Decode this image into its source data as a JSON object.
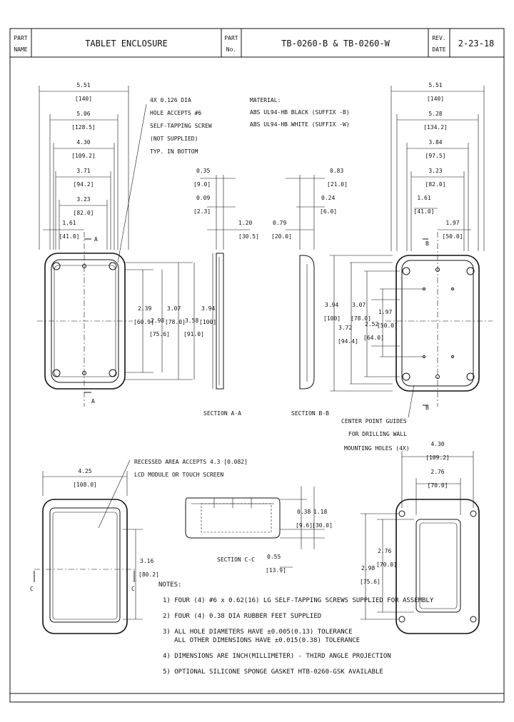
{
  "title_block": {
    "part_name_label_1": "PART",
    "part_name_label_2": "NAME",
    "part_name": "TABLET ENCLOSURE",
    "part_no_label_1": "PART",
    "part_no_label_2": "No.",
    "part_no": "TB-0260-B  &  TB-0260-W",
    "rev_label": "REV.",
    "date_label": "DATE",
    "date": "2-23-18"
  },
  "material": {
    "heading": "MATERIAL:",
    "line1": "ABS UL94-HB BLACK (SUFFIX -B)",
    "line2": "ABS UL94-HB WHITE (SUFFIX -W)"
  },
  "callouts": {
    "holes_1": "4X 0.126 DIA",
    "holes_2": "HOLE ACCEPTS #6",
    "holes_3": "SELF-TAPPING SCREW",
    "holes_4": "(NOT SUPPLIED)",
    "holes_5": "TYP. IN BOTTOM",
    "center_1": "CENTER POINT GUIDES",
    "center_2": "FOR DRILLING WALL",
    "center_3": "MOUNTING HOLES (4X)",
    "recess_1": "RECESSED AREA ACCEPTS 4.3 [0.082]",
    "recess_2": "LCD MODULE OR TOUCH SCREEN"
  },
  "sections": {
    "aa": "SECTION A-A",
    "bb": "SECTION B-B",
    "cc": "SECTION C-C",
    "a": "A",
    "b": "B",
    "c": "C"
  },
  "dims_top_left": {
    "d1": "5.51",
    "d1b": "[140]",
    "d2": "5.06",
    "d2b": "[128.5]",
    "d3": "4.30",
    "d3b": "[109.2]",
    "d4": "3.71",
    "d4b": "[94.2]",
    "d5": "3.23",
    "d5b": "[82.0]",
    "d6": "1.61",
    "d6b": "[41.0]"
  },
  "dims_left_vertical": {
    "v1": "2.39",
    "v1b": "[60.9]",
    "v2": "2.98",
    "v2b": "[75.6]",
    "v3": "3.07",
    "v3b": "[78.0]",
    "v4": "3.58",
    "v4b": "[91.0]",
    "v5": "3.94",
    "v5b": "[100]"
  },
  "dims_section_aa": {
    "a1": "0.35",
    "a1b": "[9.0]",
    "a2": "0.09",
    "a2b": "[2.3]",
    "a3": "1.20",
    "a3b": "[30.5]"
  },
  "dims_section_bb": {
    "b1": "0.83",
    "b1b": "[21.0]",
    "b2": "0.24",
    "b2b": "[6.0]",
    "b3": "0.79",
    "b3b": "[20.0]"
  },
  "dims_top_right": {
    "r1": "5.51",
    "r1b": "[140]",
    "r2": "5.28",
    "r2b": "[134.2]",
    "r3": "3.84",
    "r3b": "[97.5]",
    "r4": "3.23",
    "r4b": "[82.0]",
    "r5": "1.61",
    "r5b": "[41.0]",
    "r6": "1.97",
    "r6b": "[50.0]"
  },
  "dims_right_vertical": {
    "rv1": "3.94",
    "rv1b": "[100]",
    "rv2": "3.72",
    "rv2b": "[94.4]",
    "rv3": "3.07",
    "rv3b": "[78.0]",
    "rv4": "1.97",
    "rv4b": "[50.0]",
    "rv5": "2.52",
    "rv5b": "[64.0]"
  },
  "dims_bottom": {
    "w1": "4.25",
    "w1b": "[108.0]",
    "h1": "3.16",
    "h1b": "[80.2]",
    "c1": "0.38",
    "c1b": "[9.6]",
    "c2": "1.18",
    "c2b": "[30.0]",
    "c3": "0.55",
    "c3b": "[13.9]",
    "bw1": "4.30",
    "bw1b": "[109.2]",
    "bw2": "2.76",
    "bw2b": "[70.0]",
    "bh1": "2.98",
    "bh1b": "[75.6]",
    "bh2": "2.76",
    "bh2b": "[70.0]"
  },
  "notes": {
    "heading": "NOTES:",
    "n1": "1) FOUR (4) #6 x 0.62(16) LG SELF-TAPPING SCREWS SUPPLIED FOR ASSEMBLY",
    "n2": "2) FOUR (4) 0.38 DIA RUBBER FEET SUPPLIED",
    "n3a": "3) ALL HOLE DIAMETERS HAVE ±0.005(0.13) TOLERANCE",
    "n3b": "ALL OTHER DIMENSIONS HAVE ±0.015(0.38) TOLERANCE",
    "n4": "4) DIMENSIONS ARE INCH(MILLIMETER) - THIRD ANGLE PROJECTION",
    "n5": "5) OPTIONAL SILICONE SPONGE GASKET HTB-0260-GSK AVAILABLE"
  }
}
